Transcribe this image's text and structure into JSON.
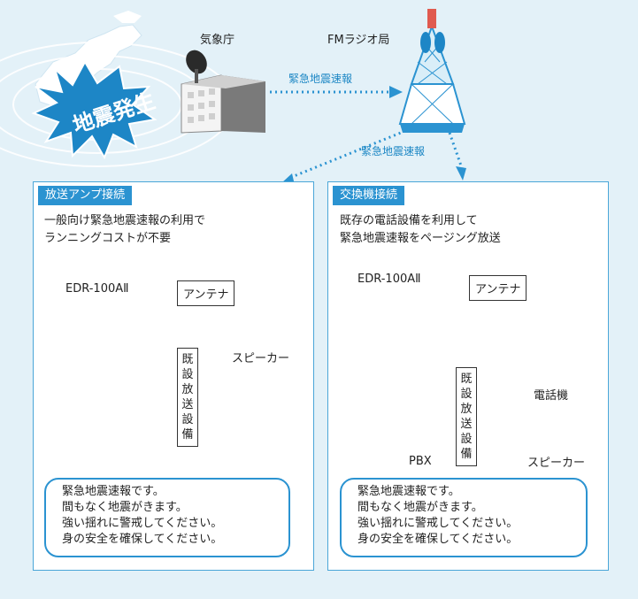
{
  "top": {
    "quake_label": "地震発生",
    "jma_label": "気象庁",
    "fm_label": "FMラジオ局",
    "eew_label_1": "緊急地震速報",
    "eew_label_2": "緊急地震速報"
  },
  "left_panel": {
    "tag": "放送アンプ接続",
    "desc": [
      "一般向け緊急地震速報の利用で",
      "ランニングコストが不要"
    ],
    "device": "EDR-100AⅡ",
    "antenna": "アンテナ",
    "broadcast_vertical": [
      "既",
      "設",
      "放",
      "送",
      "設",
      "備"
    ],
    "speaker": "スピーカー",
    "message": [
      "緊急地震速報です。",
      "間もなく地震がきます。",
      "強い揺れに警戒してください。",
      "身の安全を確保してください。"
    ]
  },
  "right_panel": {
    "tag": "交換機接続",
    "desc": [
      "既存の電話設備を利用して",
      "緊急地震速報をページング放送"
    ],
    "device": "EDR-100AⅡ",
    "antenna": "アンテナ",
    "broadcast_vertical": [
      "既",
      "設",
      "放",
      "送",
      "設",
      "備"
    ],
    "phone": "電話機",
    "pbx": "PBX",
    "speaker": "スピーカー",
    "message": [
      "緊急地震速報です。",
      "間もなく地震がきます。",
      "強い揺れに警戒してください。",
      "身の安全を確保してください。"
    ]
  },
  "colors": {
    "accent": "#2b93d1",
    "background": "#e3f1f8",
    "quake_burst": "#1d86c6"
  }
}
